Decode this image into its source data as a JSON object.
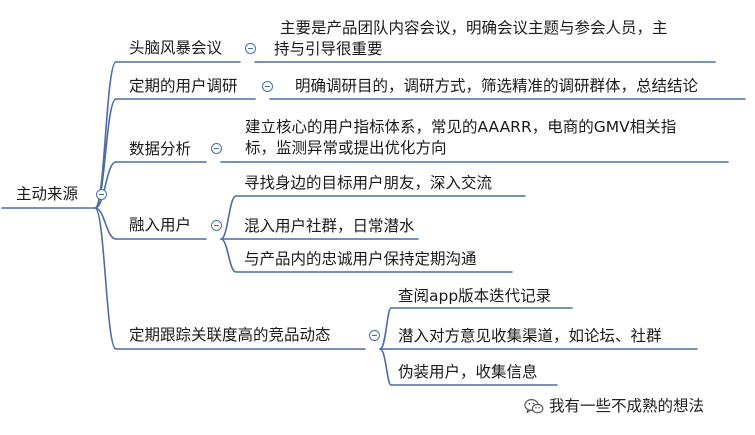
{
  "root": {
    "label": "主动来源"
  },
  "branches": [
    {
      "label": "头脑风暴会议",
      "children": [
        {
          "lines": [
            "主要是产品团队内容会议，明确会议主题与参会人员，主",
            "持与引导很重要"
          ]
        }
      ]
    },
    {
      "label": "定期的用户调研",
      "children": [
        {
          "lines": [
            "明确调研目的，调研方式，筛选精准的调研群体，总结结论"
          ]
        }
      ]
    },
    {
      "label": "数据分析",
      "children": [
        {
          "lines": [
            "建立核心的用户指标体系，常见的AAARR，电商的GMV相关指",
            "标，监测异常或提出优化方向"
          ]
        }
      ]
    },
    {
      "label": "融入用户",
      "children": [
        {
          "lines": [
            "寻找身边的目标用户朋友，深入交流"
          ]
        },
        {
          "lines": [
            "混入用户社群，日常潜水"
          ]
        },
        {
          "lines": [
            "与产品内的忠诚用户保持定期沟通"
          ]
        }
      ]
    },
    {
      "label": "定期跟踪关联度高的竞品动态",
      "children": [
        {
          "lines": [
            "查阅app版本迭代记录"
          ]
        },
        {
          "lines": [
            "潜入对方意见收集渠道，如论坛、社群"
          ]
        },
        {
          "lines": [
            "伪装用户，收集信息"
          ]
        }
      ]
    }
  ],
  "watermark": {
    "text": "我有一些不成熟的想法",
    "icon": "wechat-icon"
  },
  "colors": {
    "line": "#4a6ea3",
    "text": "#1a1a1a"
  }
}
